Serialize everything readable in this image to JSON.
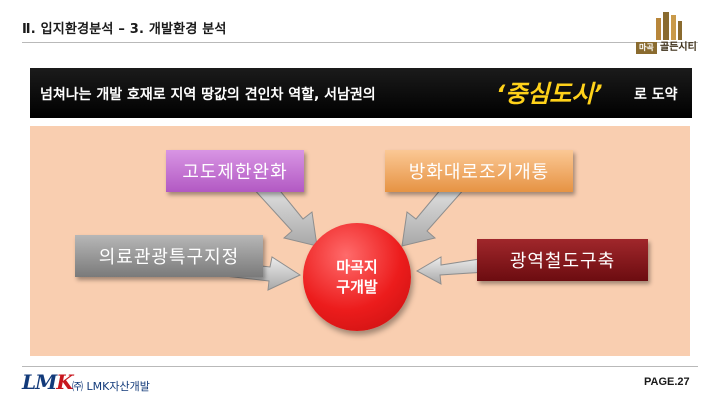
{
  "header": {
    "title": "Ⅱ. 입지환경분석 – 3. 개발환경 분석"
  },
  "logo": {
    "tag": "마곡",
    "brand": "골든시티"
  },
  "banner": {
    "text": "넘쳐나는 개발 호재로 지역 땅값의 견인차 역할, 서남권의",
    "emphasis": "‘중심도시’",
    "tail": "로 도약"
  },
  "diagram": {
    "boxes": [
      {
        "label": "고도제한완화"
      },
      {
        "label": "방화대로조기개통"
      },
      {
        "label": "의료관광특구지정"
      },
      {
        "label": "광역철도구축"
      }
    ],
    "center": {
      "line1": "마곡지",
      "line2": "구개발"
    }
  },
  "footer": {
    "logo_lm": "LM",
    "logo_k": "K",
    "company": "㈜ LMK자산개발",
    "page": "PAGE.27"
  }
}
